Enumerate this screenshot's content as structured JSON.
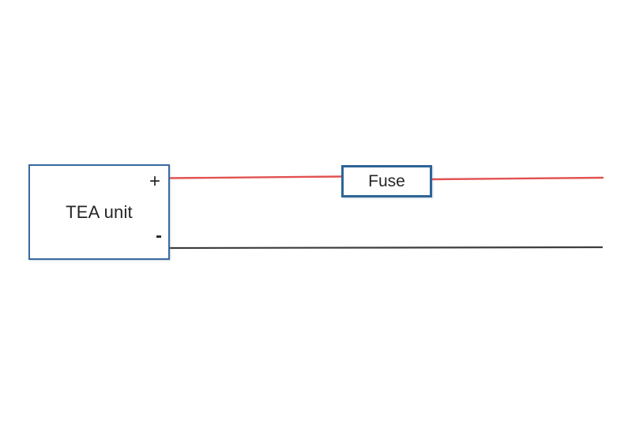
{
  "diagram": {
    "tea_box": {
      "label": "TEA unit",
      "positive_terminal": "+",
      "negative_terminal": "-"
    },
    "fuse_box": {
      "label": "Fuse"
    },
    "colors": {
      "positive_wire": "#e25252",
      "negative_wire": "#3d3d3d",
      "tea_box_border": "#39699f",
      "fuse_box_border": "#2e6496",
      "text": "#262626",
      "background": "#ffffff"
    },
    "wires": [
      {
        "name": "positive-wire-left-segment",
        "from": "TEA unit + terminal",
        "to": "Fuse left side",
        "color": "#e25252"
      },
      {
        "name": "positive-wire-right-segment",
        "from": "Fuse right side",
        "to": "open end (right)",
        "color": "#e25252"
      },
      {
        "name": "negative-wire",
        "from": "TEA unit - terminal",
        "to": "open end (right)",
        "color": "#3d3d3d"
      }
    ]
  }
}
